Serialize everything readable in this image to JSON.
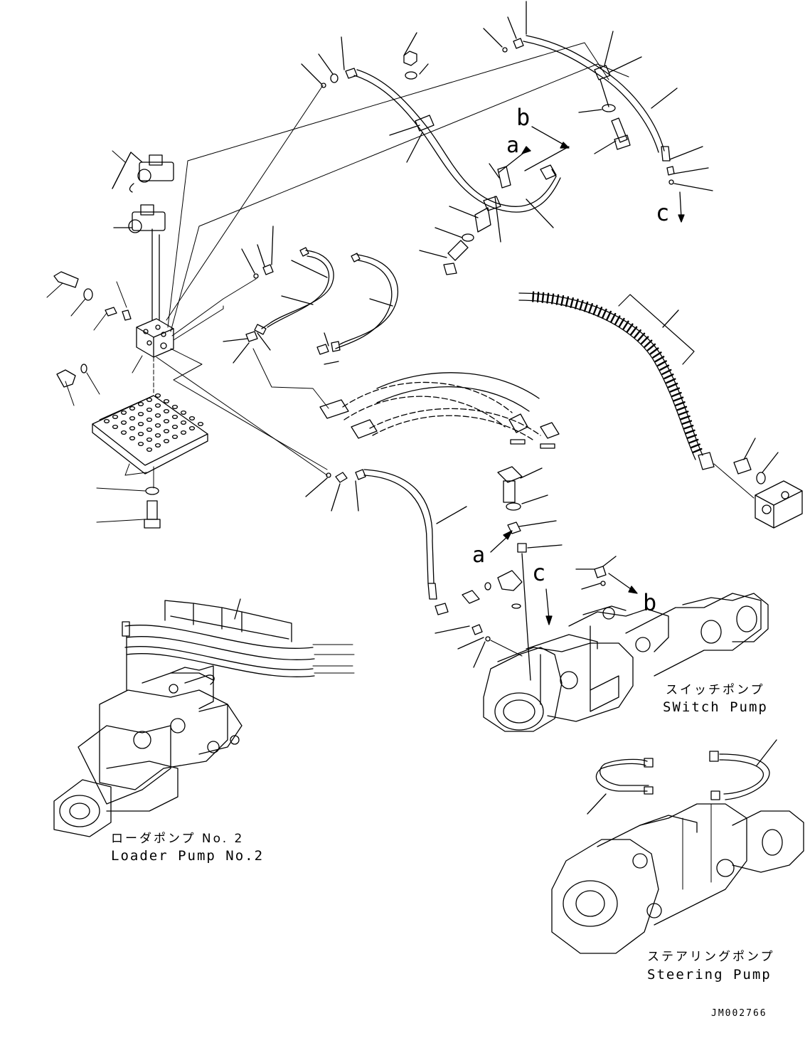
{
  "callouts": {
    "a_top": "a",
    "b_top": "b",
    "c_top": "c",
    "a_mid": "a",
    "c_mid": "c",
    "b_mid": "b"
  },
  "labels": {
    "switch_pump_jp": "スイッチポンプ",
    "switch_pump_en": "SWitch Pump",
    "loader_pump_jp": "ローダポンプ No. 2",
    "loader_pump_en": "Loader Pump No.2",
    "steering_pump_jp": "ステアリングポンプ",
    "steering_pump_en": "Steering Pump"
  },
  "drawing_code": "JM002766"
}
